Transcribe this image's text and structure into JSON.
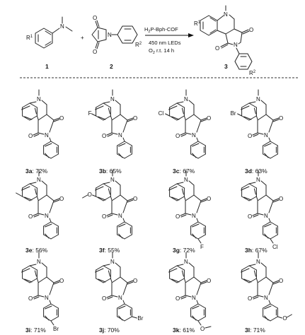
{
  "reaction": {
    "reactant1_number": "1",
    "reactant2_number": "2",
    "product_number": "3",
    "plus": "+",
    "r1": "R",
    "r1_sup": "1",
    "r2": "R",
    "r2_sup": "2",
    "n": "N",
    "o": "O",
    "conditions": {
      "catalyst_part1": "H",
      "catalyst_sub": "2",
      "catalyst_part2": "P-Bph-COF",
      "light": "450 nm LEDs",
      "atm_part1": "O",
      "atm_sub": "2",
      "atm_part2": " r.t. 14 h"
    }
  },
  "products": [
    {
      "id": "3a",
      "yield": ": 72%",
      "ring_sub": "",
      "aryl_sub": ""
    },
    {
      "id": "3b",
      "yield": ": 65%",
      "ring_sub": "F",
      "aryl_sub": ""
    },
    {
      "id": "3c",
      "yield": ": 67%",
      "ring_sub": "Cl",
      "aryl_sub": ""
    },
    {
      "id": "3d",
      "yield": ": 63%",
      "ring_sub": "Br",
      "aryl_sub": ""
    },
    {
      "id": "3e",
      "yield": ": 56%",
      "ring_sub": "methyl",
      "aryl_sub": ""
    },
    {
      "id": "3f",
      "yield": ": 55%",
      "ring_sub": "O",
      "aryl_sub": ""
    },
    {
      "id": "3g",
      "yield": ": 72%",
      "ring_sub": "",
      "aryl_sub": "F"
    },
    {
      "id": "3h",
      "yield": ": 67%",
      "ring_sub": "",
      "aryl_sub": "Cl"
    },
    {
      "id": "3i",
      "yield": ": 71%",
      "ring_sub": "",
      "aryl_sub": "Br"
    },
    {
      "id": "3j",
      "yield": ": 70%",
      "ring_sub": "",
      "aryl_sub": "Br-meta"
    },
    {
      "id": "3k",
      "yield": ": 61%",
      "ring_sub": "",
      "aryl_sub": "O-para"
    },
    {
      "id": "3l",
      "yield": ": 71%",
      "ring_sub": "",
      "aryl_sub": "O-meta"
    }
  ]
}
